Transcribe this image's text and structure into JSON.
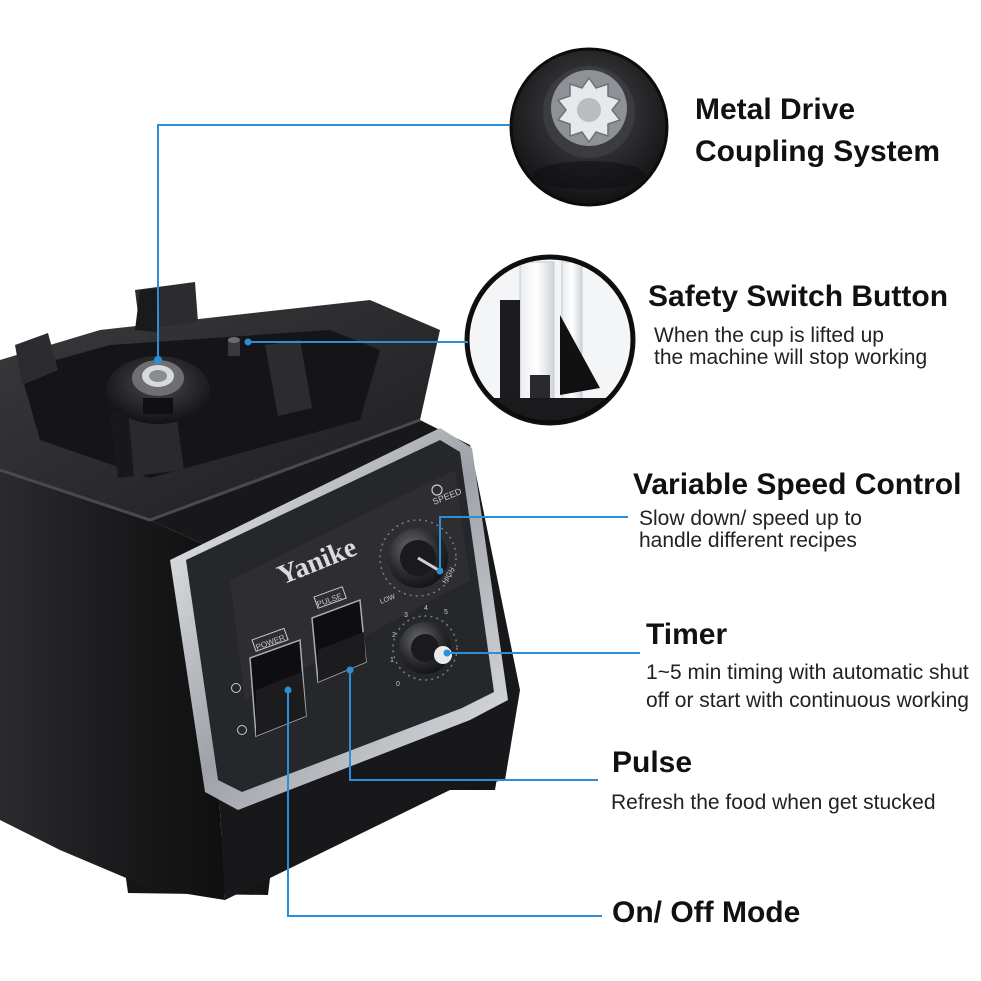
{
  "brand": {
    "name": "Yanike"
  },
  "colors": {
    "leader": "#2a8fd6",
    "body": "#1c1c1e",
    "panel": "#2a2b2e",
    "trim": "#c9ccd1"
  },
  "panel_labels": {
    "speed": "SPEED",
    "low": "LOW",
    "high": "HIGH",
    "pulse": "PULSE",
    "power": "POWER",
    "timer_ticks": [
      "0",
      "1",
      "2",
      "3",
      "4",
      "5"
    ]
  },
  "features": [
    {
      "title_lines": [
        "Metal Drive",
        "Coupling System"
      ],
      "desc_lines": []
    },
    {
      "title_lines": [
        "Safety Switch Button"
      ],
      "desc_lines": [
        "When the cup is lifted up",
        "the machine will stop working"
      ]
    },
    {
      "title_lines": [
        "Variable Speed Control"
      ],
      "desc_lines": [
        "Slow down/ speed up to",
        "handle different recipes"
      ]
    },
    {
      "title_lines": [
        "Timer"
      ],
      "desc_lines": [
        "1~5 min timing with automatic shut",
        "off or start with continuous working"
      ]
    },
    {
      "title_lines": [
        "Pulse"
      ],
      "desc_lines": [
        "Refresh the food when get stucked"
      ]
    },
    {
      "title_lines": [
        "On/ Off Mode"
      ],
      "desc_lines": []
    }
  ]
}
